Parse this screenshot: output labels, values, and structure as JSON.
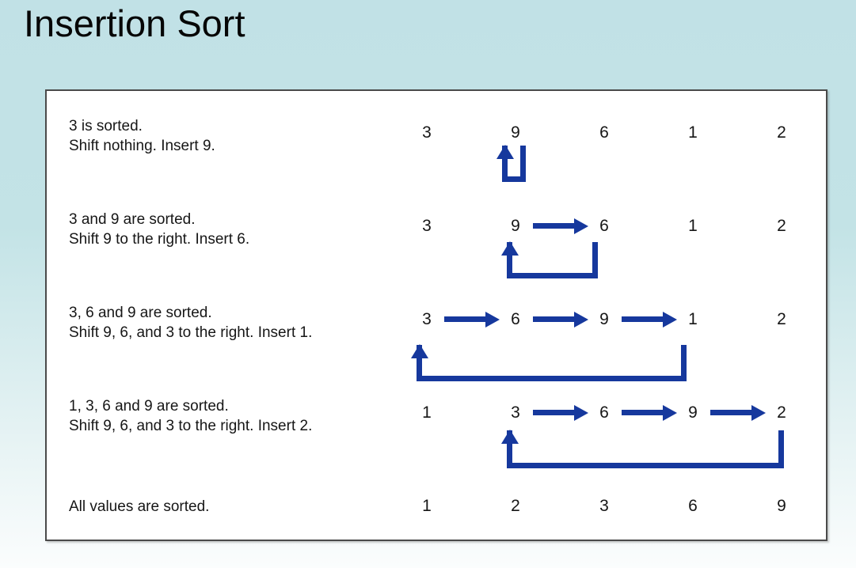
{
  "slide": {
    "title": "Insertion Sort"
  },
  "diagram": {
    "array_length": 5,
    "rows": [
      {
        "caption": [
          "3 is sorted.",
          "Shift nothing. Insert 9."
        ],
        "values": [
          "3",
          "9",
          "6",
          "1",
          "2"
        ],
        "shift_arrows": [],
        "insert_arrow": {
          "from_value": "9",
          "from_index": 1,
          "to_index": 1
        }
      },
      {
        "caption": [
          "3 and 9 are sorted.",
          "Shift 9 to the right. Insert 6."
        ],
        "values": [
          "3",
          "9",
          "6",
          "1",
          "2"
        ],
        "shift_arrows": [
          [
            1,
            2
          ]
        ],
        "insert_arrow": {
          "from_value": "6",
          "from_index": 2,
          "to_index": 1
        }
      },
      {
        "caption": [
          "3, 6 and 9 are sorted.",
          "Shift 9, 6, and 3 to the right. Insert 1."
        ],
        "values": [
          "3",
          "6",
          "9",
          "1",
          "2"
        ],
        "shift_arrows": [
          [
            0,
            1
          ],
          [
            1,
            2
          ],
          [
            2,
            3
          ]
        ],
        "insert_arrow": {
          "from_value": "1",
          "from_index": 3,
          "to_index": 0
        }
      },
      {
        "caption": [
          "1, 3, 6 and 9 are sorted.",
          "Shift 9, 6, and 3 to the right. Insert 2."
        ],
        "values": [
          "1",
          "3",
          "6",
          "9",
          "2"
        ],
        "shift_arrows": [
          [
            1,
            2
          ],
          [
            2,
            3
          ],
          [
            3,
            4
          ]
        ],
        "insert_arrow": {
          "from_value": "2",
          "from_index": 4,
          "to_index": 1
        }
      },
      {
        "caption": [
          "All values are sorted."
        ],
        "values": [
          "1",
          "2",
          "3",
          "6",
          "9"
        ],
        "shift_arrows": [],
        "insert_arrow": null
      }
    ]
  },
  "colors": {
    "arrow_blue": "#16389d",
    "background_top": "#c1e1e6",
    "background_bottom": "#fbfdfd",
    "frame_background": "#ffffff",
    "frame_border": "#4a4a4a",
    "text": "#161616",
    "title": "#060606"
  }
}
